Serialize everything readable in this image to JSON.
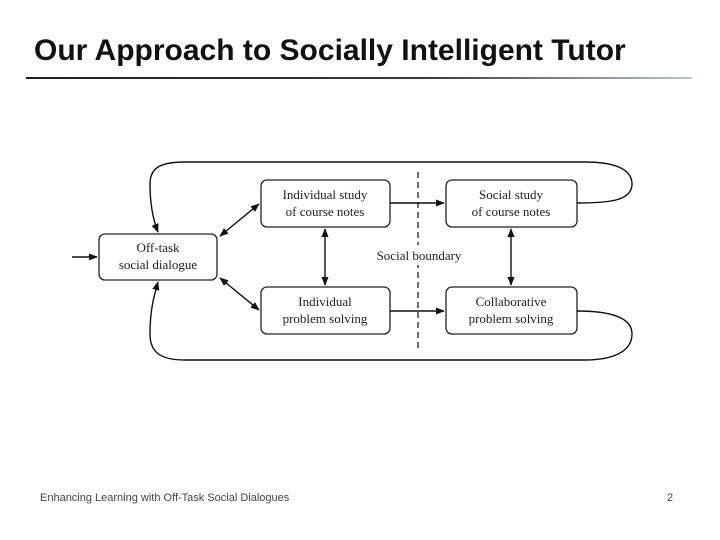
{
  "slide": {
    "title": "Our Approach to Socially Intelligent Tutor",
    "footer": "Enhancing Learning with Off-Task Social Dialogues",
    "page_number": "2"
  },
  "diagram": {
    "nodes": {
      "off_task": {
        "line1": "Off-task",
        "line2": "social dialogue"
      },
      "individual_study": {
        "line1": "Individual study",
        "line2": "of course notes"
      },
      "social_study": {
        "line1": "Social study",
        "line2": "of course notes"
      },
      "individual_problem": {
        "line1": "Individual",
        "line2": "problem solving"
      },
      "collaborative_problem": {
        "line1": "Collaborative",
        "line2": "problem solving"
      }
    },
    "boundary_label": "Social boundary"
  }
}
